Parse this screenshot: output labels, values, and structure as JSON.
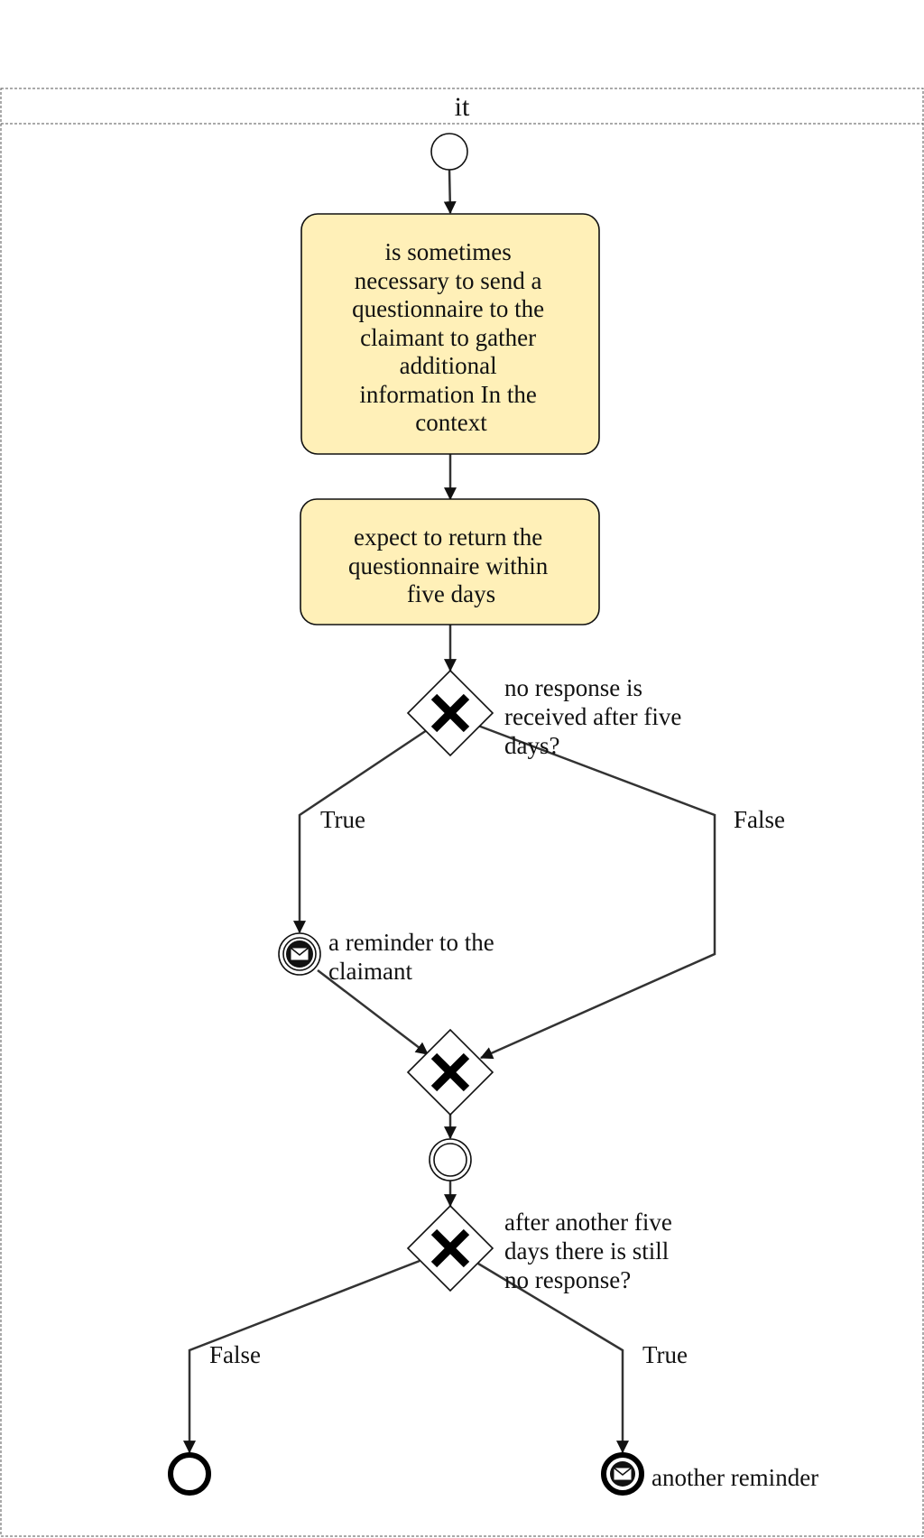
{
  "pool": {
    "label": "it"
  },
  "tasks": [
    {
      "id": "task-send-questionnaire",
      "lines": [
        "is sometimes",
        "necessary to send a",
        "questionnaire to the",
        "claimant to gather",
        "additional",
        "information In the",
        "context"
      ]
    },
    {
      "id": "task-expect-return",
      "lines": [
        "expect to return the",
        "questionnaire within",
        "five days"
      ]
    }
  ],
  "gateways": [
    {
      "id": "gateway-no-response",
      "label_lines": [
        "no response is",
        "received after five",
        "days?"
      ]
    },
    {
      "id": "gateway-merge",
      "label_lines": []
    },
    {
      "id": "gateway-still-no-response",
      "label_lines": [
        "after another five",
        "days there is still",
        "no response?"
      ]
    }
  ],
  "events": {
    "start": {
      "type": "start"
    },
    "reminder": {
      "type": "intermediate-message-throw",
      "label_lines": [
        "a reminder to the",
        "claimant"
      ]
    },
    "catch": {
      "type": "intermediate"
    },
    "end_plain": {
      "type": "end"
    },
    "end_message": {
      "type": "end-message",
      "label_lines": [
        "another reminder"
      ]
    }
  },
  "flow_labels": {
    "gw1_true": "True",
    "gw1_false": "False",
    "gw3_false": "False",
    "gw3_true": "True"
  },
  "colors": {
    "task_fill": "#fff0b8",
    "stroke": "#111111",
    "flow": "#333333"
  }
}
